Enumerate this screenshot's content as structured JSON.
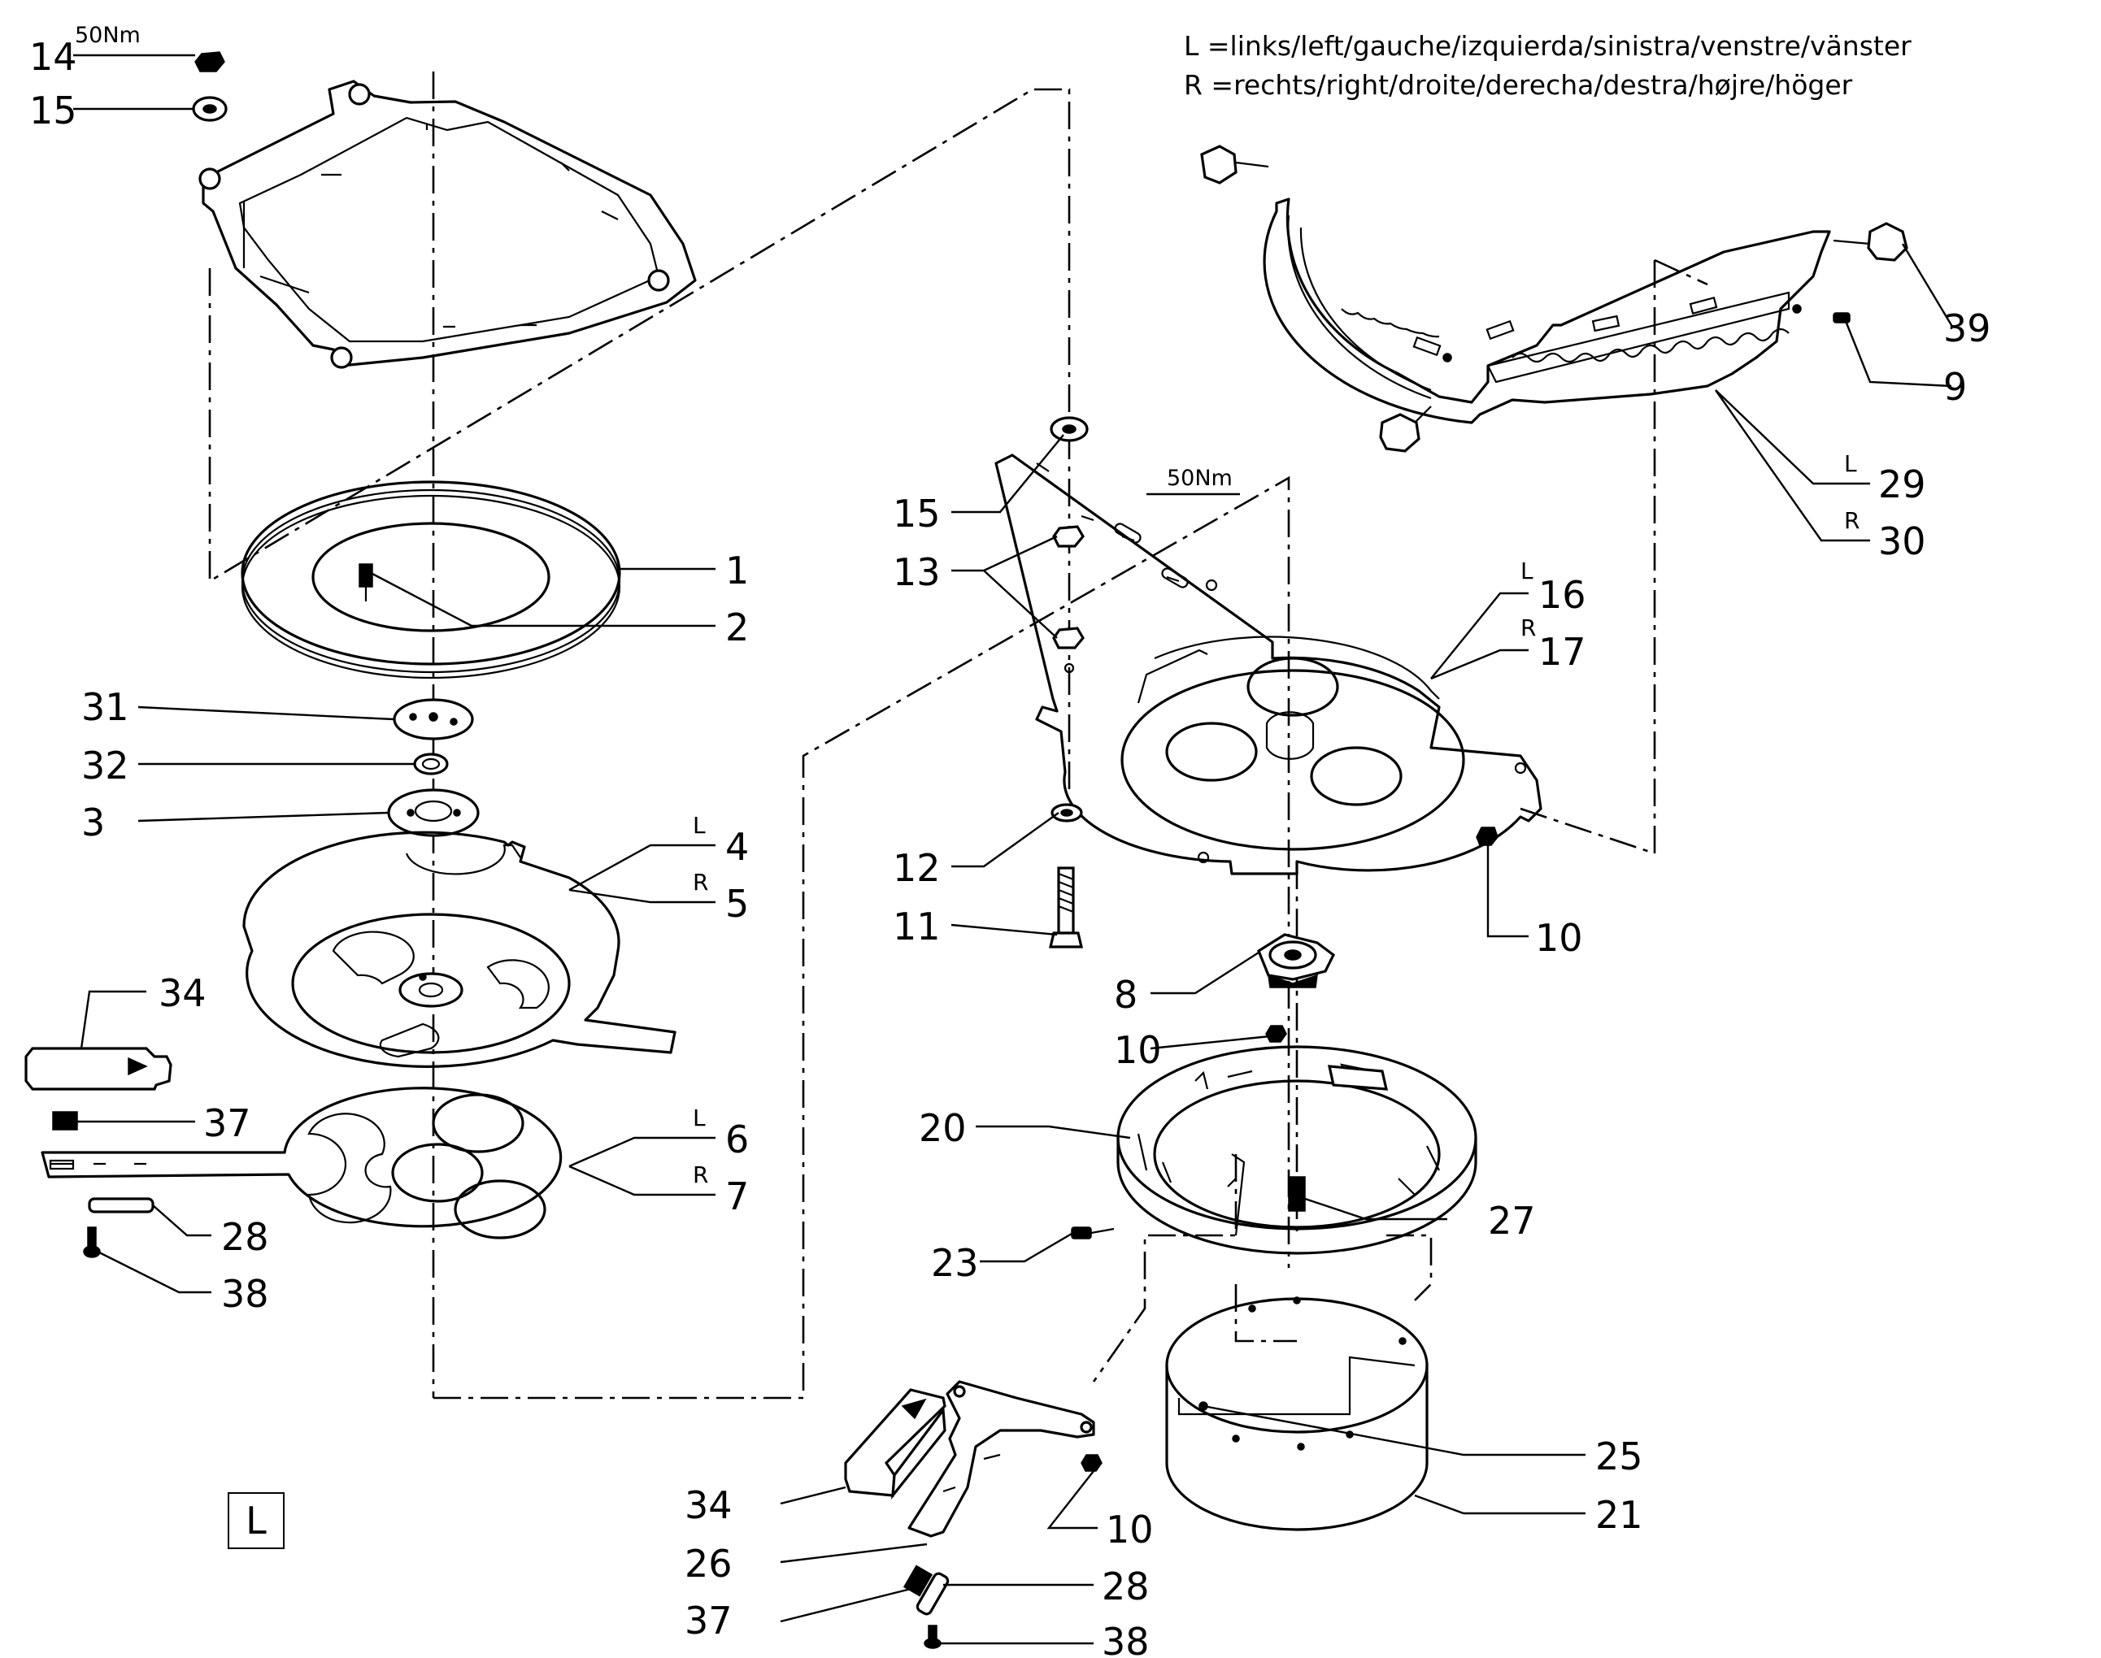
{
  "legend": {
    "left": "L  =links/left/gauche/izquierda/sinistra/venstre/vänster",
    "right": "R  =rechts/right/droite/derecha/destra/højre/höger"
  },
  "torque": {
    "part14": "50Nm",
    "part13": "50Nm"
  },
  "side_badge": "L",
  "callouts": [
    {
      "id": "c14",
      "number": "14"
    },
    {
      "id": "c15a",
      "number": "15"
    },
    {
      "id": "c1",
      "number": "1"
    },
    {
      "id": "c2",
      "number": "2"
    },
    {
      "id": "c31",
      "number": "31"
    },
    {
      "id": "c32",
      "number": "32"
    },
    {
      "id": "c3",
      "number": "3"
    },
    {
      "id": "c4",
      "number": "4",
      "side": "L"
    },
    {
      "id": "c5",
      "number": "5",
      "side": "R"
    },
    {
      "id": "c34a",
      "number": "34"
    },
    {
      "id": "c37a",
      "number": "37"
    },
    {
      "id": "c6",
      "number": "6",
      "side": "L"
    },
    {
      "id": "c7",
      "number": "7",
      "side": "R"
    },
    {
      "id": "c28a",
      "number": "28"
    },
    {
      "id": "c38a",
      "number": "38"
    },
    {
      "id": "c15b",
      "number": "15"
    },
    {
      "id": "c13",
      "number": "13"
    },
    {
      "id": "c16",
      "number": "16",
      "side": "L"
    },
    {
      "id": "c17",
      "number": "17",
      "side": "R"
    },
    {
      "id": "c12",
      "number": "12"
    },
    {
      "id": "c11",
      "number": "11"
    },
    {
      "id": "c10a",
      "number": "10"
    },
    {
      "id": "c8",
      "number": "8"
    },
    {
      "id": "c10b",
      "number": "10"
    },
    {
      "id": "c20",
      "number": "20"
    },
    {
      "id": "c27",
      "number": "27"
    },
    {
      "id": "c23",
      "number": "23"
    },
    {
      "id": "c25",
      "number": "25"
    },
    {
      "id": "c21",
      "number": "21"
    },
    {
      "id": "c34b",
      "number": "34"
    },
    {
      "id": "c10c",
      "number": "10"
    },
    {
      "id": "c26",
      "number": "26"
    },
    {
      "id": "c28b",
      "number": "28"
    },
    {
      "id": "c37b",
      "number": "37"
    },
    {
      "id": "c38b",
      "number": "38"
    },
    {
      "id": "c39",
      "number": "39"
    },
    {
      "id": "c9",
      "number": "9"
    },
    {
      "id": "c29",
      "number": "29",
      "side": "L"
    },
    {
      "id": "c30",
      "number": "30",
      "side": "R"
    }
  ]
}
